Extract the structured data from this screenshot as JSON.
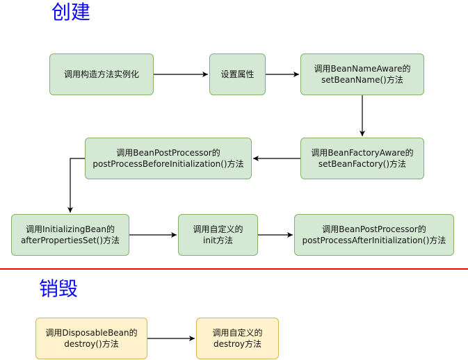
{
  "sections": {
    "create_title": "创建",
    "destroy_title": "销毁"
  },
  "nodes": {
    "construct": [
      "调用构造方法实例化"
    ],
    "set_props": [
      "设置属性"
    ],
    "bean_name_aware": [
      "调用BeanNameAware的",
      "setBeanName()方法"
    ],
    "bean_factory_aware": [
      "调用BeanFactoryAware的",
      "setBeanFactory()方法"
    ],
    "post_before": [
      "调用BeanPostProcessor的",
      "postProcessBeforeInitialization()方法"
    ],
    "initializing_bean": [
      "调用InitializingBean的",
      "afterPropertiesSet()方法"
    ],
    "custom_init": [
      "调用自定义的",
      "init方法"
    ],
    "post_after": [
      "调用BeanPostProcessor的",
      "postProcessAfterInitialization()方法"
    ],
    "disposable_bean": [
      "调用DisposableBean的",
      "destroy()方法"
    ],
    "custom_destroy": [
      "调用自定义的",
      "destroy方法"
    ]
  },
  "edges": [
    {
      "from": "construct",
      "to": "set_props"
    },
    {
      "from": "set_props",
      "to": "bean_name_aware"
    },
    {
      "from": "bean_name_aware",
      "to": "bean_factory_aware"
    },
    {
      "from": "bean_factory_aware",
      "to": "post_before"
    },
    {
      "from": "post_before",
      "to": "initializing_bean"
    },
    {
      "from": "initializing_bean",
      "to": "custom_init"
    },
    {
      "from": "custom_init",
      "to": "post_after"
    },
    {
      "from": "disposable_bean",
      "to": "custom_destroy"
    }
  ],
  "colors": {
    "title": "#0a0af0",
    "divider": "#ff0000",
    "green_fill": "#d5e8d4",
    "green_stroke": "#82b366",
    "yellow_fill": "#fff2cc",
    "yellow_stroke": "#d6b656",
    "connector": "#000000"
  }
}
